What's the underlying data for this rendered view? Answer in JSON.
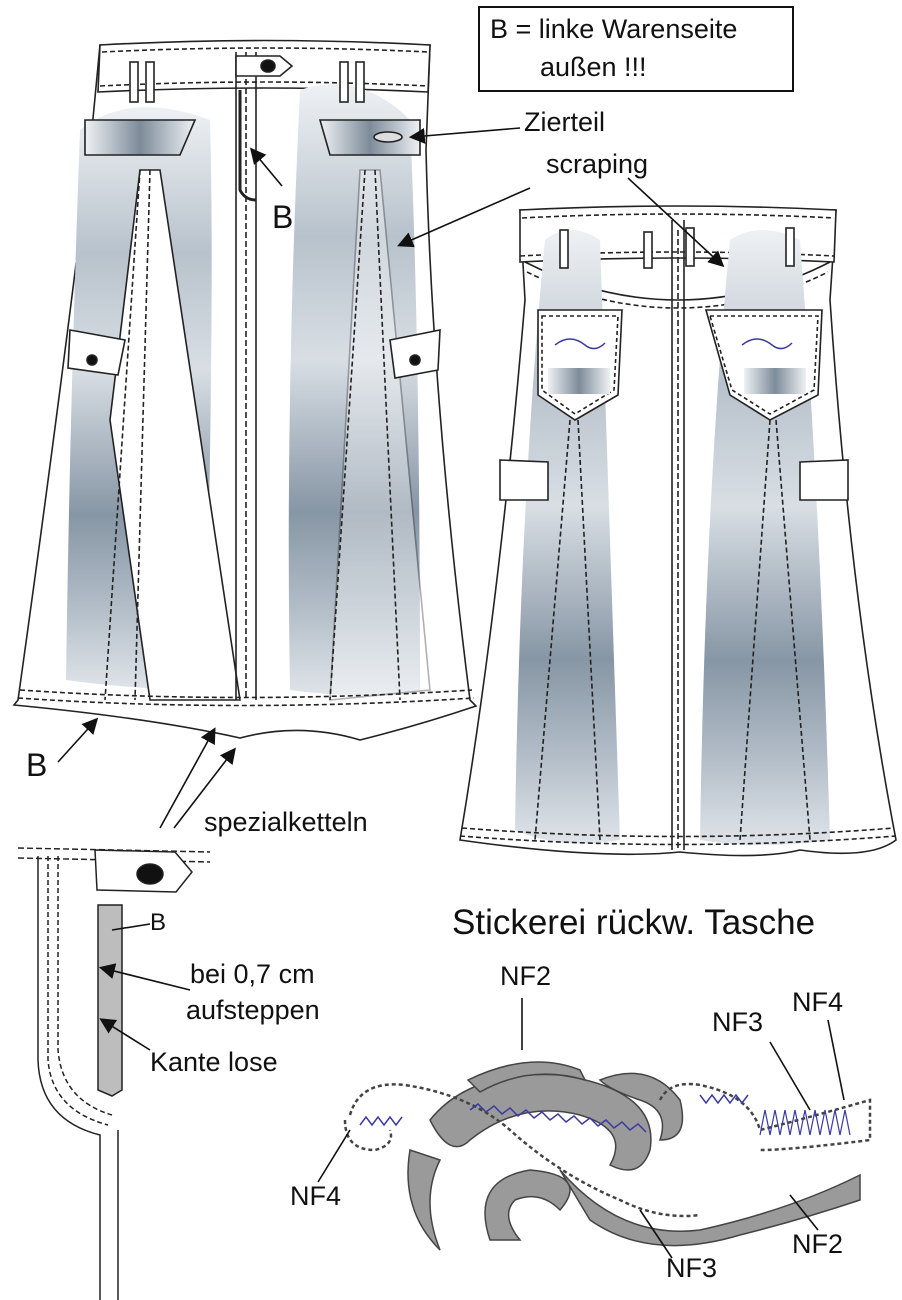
{
  "note_box": {
    "line1": "B = linke Warenseite",
    "line2": "außen !!!"
  },
  "labels": {
    "zierteil": "Zierteil",
    "scraping": "scraping",
    "b_fly": "B",
    "b_hem": "B",
    "spezialketteln": "spezialketteln",
    "b_detail": "B",
    "bei_07": "bei 0,7 cm",
    "aufsteppen": "aufsteppen",
    "kante_lose": "Kante lose",
    "stickerei_title": "Stickerei rückw. Tasche",
    "nf2_top": "NF2",
    "nf3_top": "NF3",
    "nf4_top": "NF4",
    "nf4_left": "NF4",
    "nf3_bottom": "NF3",
    "nf2_bottom": "NF2"
  },
  "colors": {
    "wash_dark": "#8a98a6",
    "wash_light": "#e6eaee",
    "stitch": "#222222",
    "embroidery_fill": "#9a9a9a",
    "embroidery_thread": "#3a3aa0"
  }
}
